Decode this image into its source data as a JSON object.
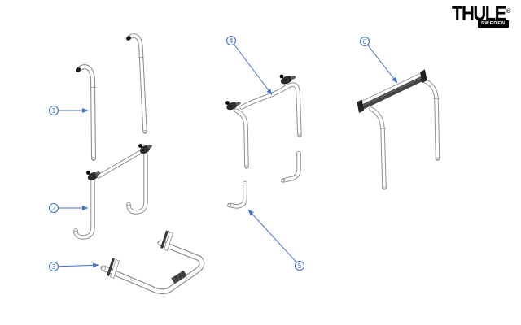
{
  "logo": {
    "wordmark": "THULE",
    "registered": "®",
    "tagline": "SWEDEN"
  },
  "colors": {
    "callout_blue": "#4472c4",
    "tube_outline_gray": "#8f8f8f",
    "fitting_dark": "#2b2b2b",
    "rail_dark": "#454545",
    "background": "#ffffff"
  },
  "callouts": [
    {
      "num": "1"
    },
    {
      "num": "2"
    },
    {
      "num": "3"
    },
    {
      "num": "4"
    },
    {
      "num": "5"
    },
    {
      "num": "6"
    }
  ]
}
